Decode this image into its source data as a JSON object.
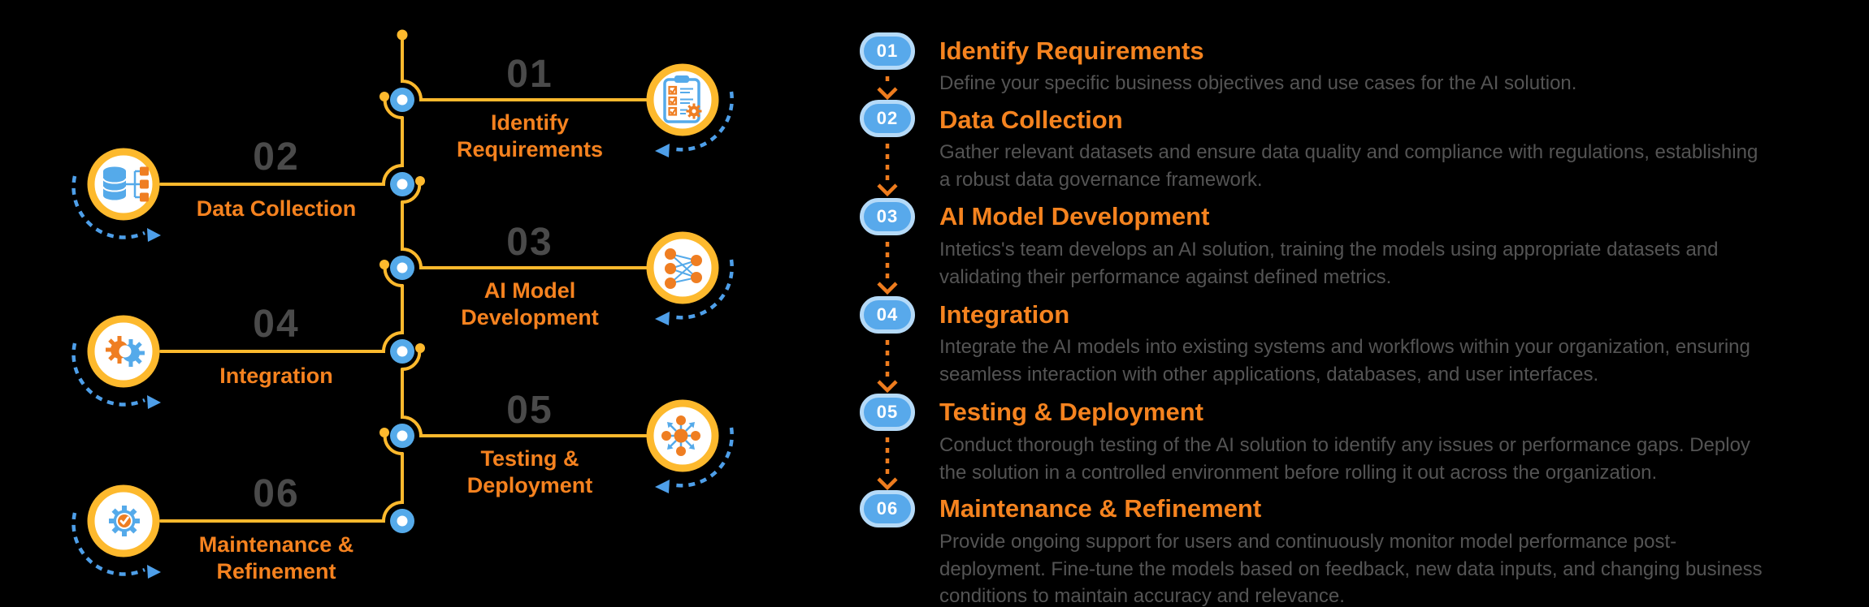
{
  "colors": {
    "background": "#000000",
    "accent_orange": "#F5831F",
    "line_yellow": "#FDB92D",
    "node_blue": "#55AAEA",
    "badge_fill": "#58A9EB",
    "badge_border": "#B5DAF8",
    "dashed_arc_blue": "#4E9FE9",
    "number_gray": "#4A4A4A",
    "description_gray": "#545454"
  },
  "diagram": {
    "steps": [
      {
        "number": "01",
        "label": "Identify\nRequirements",
        "icon": "clipboard-checklist-icon",
        "side": "right"
      },
      {
        "number": "02",
        "label": "Data Collection",
        "icon": "database-icon",
        "side": "left"
      },
      {
        "number": "03",
        "label": "AI Model\nDevelopment",
        "icon": "neural-network-icon",
        "side": "right"
      },
      {
        "number": "04",
        "label": "Integration",
        "icon": "gears-icon",
        "side": "left"
      },
      {
        "number": "05",
        "label": "Testing &\nDeployment",
        "icon": "hub-arrows-icon",
        "side": "right"
      },
      {
        "number": "06",
        "label": "Maintenance &\nRefinement",
        "icon": "gear-check-icon",
        "side": "left"
      }
    ]
  },
  "panel": {
    "steps": [
      {
        "number": "01",
        "title": "Identify Requirements",
        "description": "Define your specific business objectives and use cases for the AI solution."
      },
      {
        "number": "02",
        "title": "Data Collection",
        "description": "Gather relevant datasets and ensure data quality and compliance with regulations, establishing\na robust data governance framework."
      },
      {
        "number": "03",
        "title": "AI Model Development",
        "description": "Intetics's team develops an AI solution, training the models using appropriate datasets and\nvalidating their performance against defined metrics."
      },
      {
        "number": "04",
        "title": "Integration",
        "description": "Integrate the AI models into existing systems and workflows within your organization, ensuring\nseamless interaction with other applications, databases, and user interfaces."
      },
      {
        "number": "05",
        "title": "Testing & Deployment",
        "description": "Conduct thorough testing of the AI solution to identify any issues or performance gaps. Deploy\nthe solution in a controlled environment before rolling it out across the organization."
      },
      {
        "number": "06",
        "title": "Maintenance & Refinement",
        "description": "Provide ongoing support for users and continuously monitor model performance post-\ndeployment. Fine-tune the models based on feedback, new data inputs, and changing business\nconditions to maintain accuracy and relevance."
      }
    ]
  }
}
